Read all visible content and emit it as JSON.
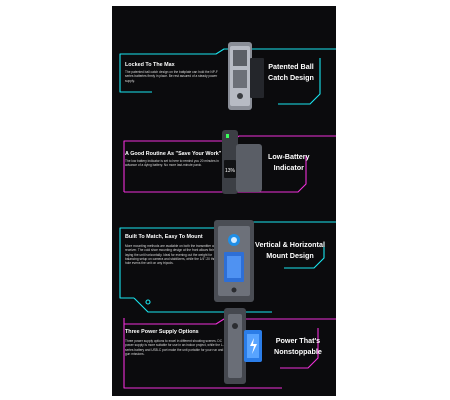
{
  "panels": [
    {
      "title": "Locked To The Max",
      "description": "The patented ball catch design on the battplate can hold the NP-F series batteries firmly in place. Be rest assured of a steady power supply.",
      "feature_line1": "Patented Ball",
      "feature_line2": "Catch Design",
      "accent": "#19e6f0"
    },
    {
      "title": "A Good Routine As \"Save Your Work\"",
      "description": "The low battery indicator is set to here to remind you 20 minutes in advance of a dying battery. No more last-minute panic.",
      "feature_line1": "Low-Battery",
      "feature_line2": "Indicator",
      "accent": "#ee2fd8",
      "screen_value": "13%"
    },
    {
      "title": "Built To Match, Easy To Mount",
      "description": "More mounting methods are available on both the transmitter and receiver. The cold shoe mounting design at the front allows fixing and laying the unit horizontally. Ideal for evening out the weight for balancing setup on camera and stabilizers, while the 1/4\"-20 threaded hole evens the unit on any tripods.",
      "feature_line1": "Vertical & Horizontal",
      "feature_line2": "Mount Design",
      "accent": "#19e6f0"
    },
    {
      "title": "Three Power Supply Options",
      "description": "Three power supply options to excel in different shooting scenes. DC power supply is more suitable for use in an indoor project, while the L-series battery and USB-C port make the unit portable for your run and gun missions.",
      "feature_line1": "Power That's",
      "feature_line2": "Nonstoppable",
      "accent": "#ee2fd8"
    }
  ]
}
